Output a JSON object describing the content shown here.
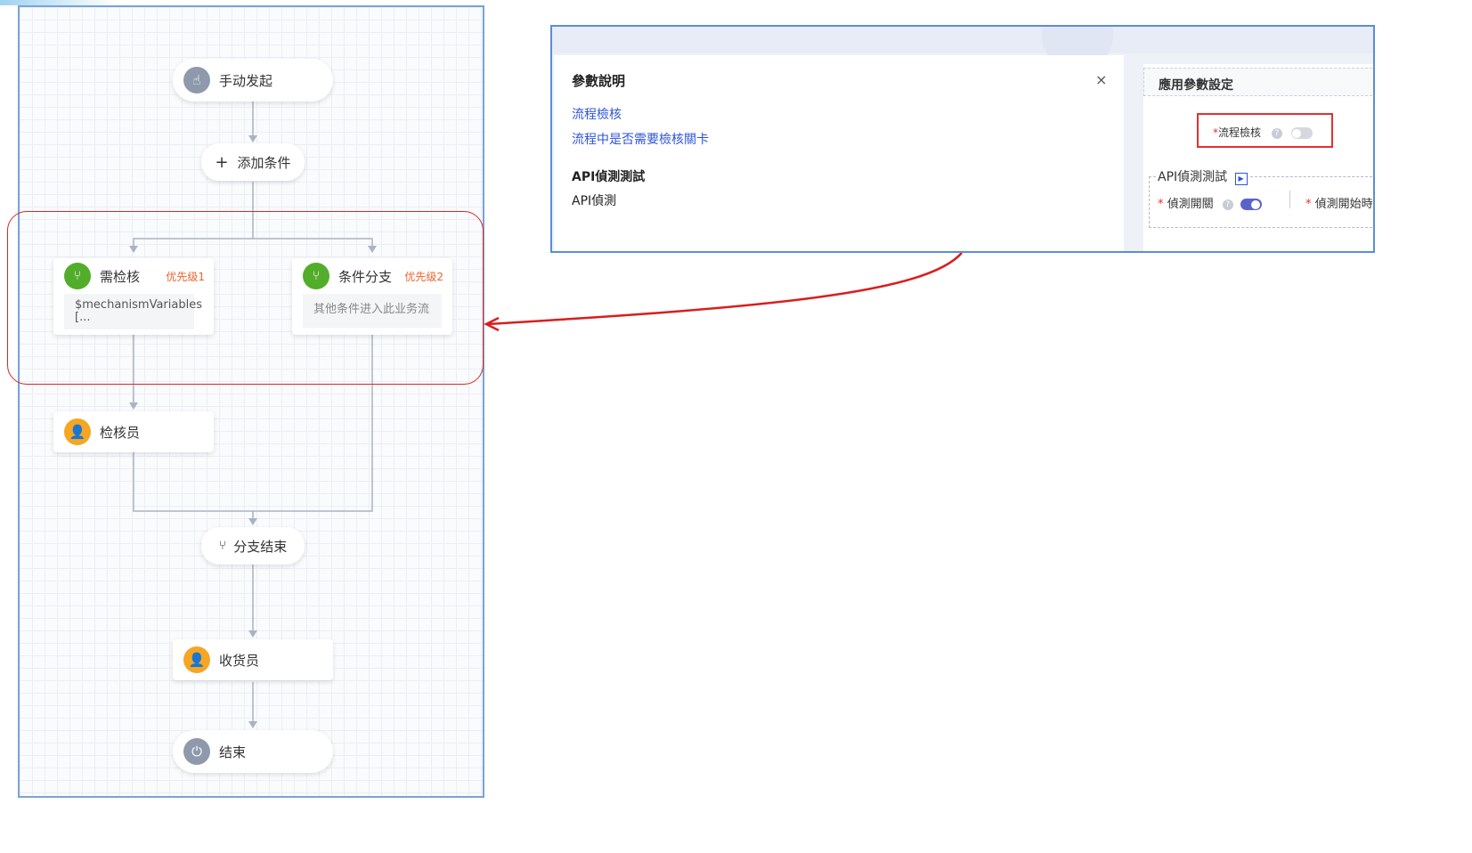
{
  "flow": {
    "start": "手动发起",
    "add_condition": "添加条件",
    "branch1": {
      "title": "需检核",
      "priority": "优先级1",
      "body": "$mechanismVariables [..."
    },
    "branch2": {
      "title": "条件分支",
      "priority": "优先级2",
      "body": "其他条件进入此业务流"
    },
    "inspector": "检核员",
    "branch_end": "分支结束",
    "receiver": "收货员",
    "end": "结束"
  },
  "panel": {
    "drawer_title": "參數說明",
    "close_glyph": "×",
    "item1_title": "流程檢核",
    "item1_desc": "流程中是否需要檢核關卡",
    "item2_title": "API偵測測試",
    "item2_desc": "API偵測",
    "settings_tab": "應用參數設定",
    "process_check_label": "流程檢核",
    "api_group_label": "API偵測測試",
    "detect_switch_label": "偵測開關",
    "detect_start_label": "偵測開始時",
    "required_mark": "*",
    "help_glyph": "?"
  },
  "colors": {
    "accent_blue": "#2f54d9",
    "annotation_red": "#e53030",
    "toggle_on": "#5b63c8"
  }
}
